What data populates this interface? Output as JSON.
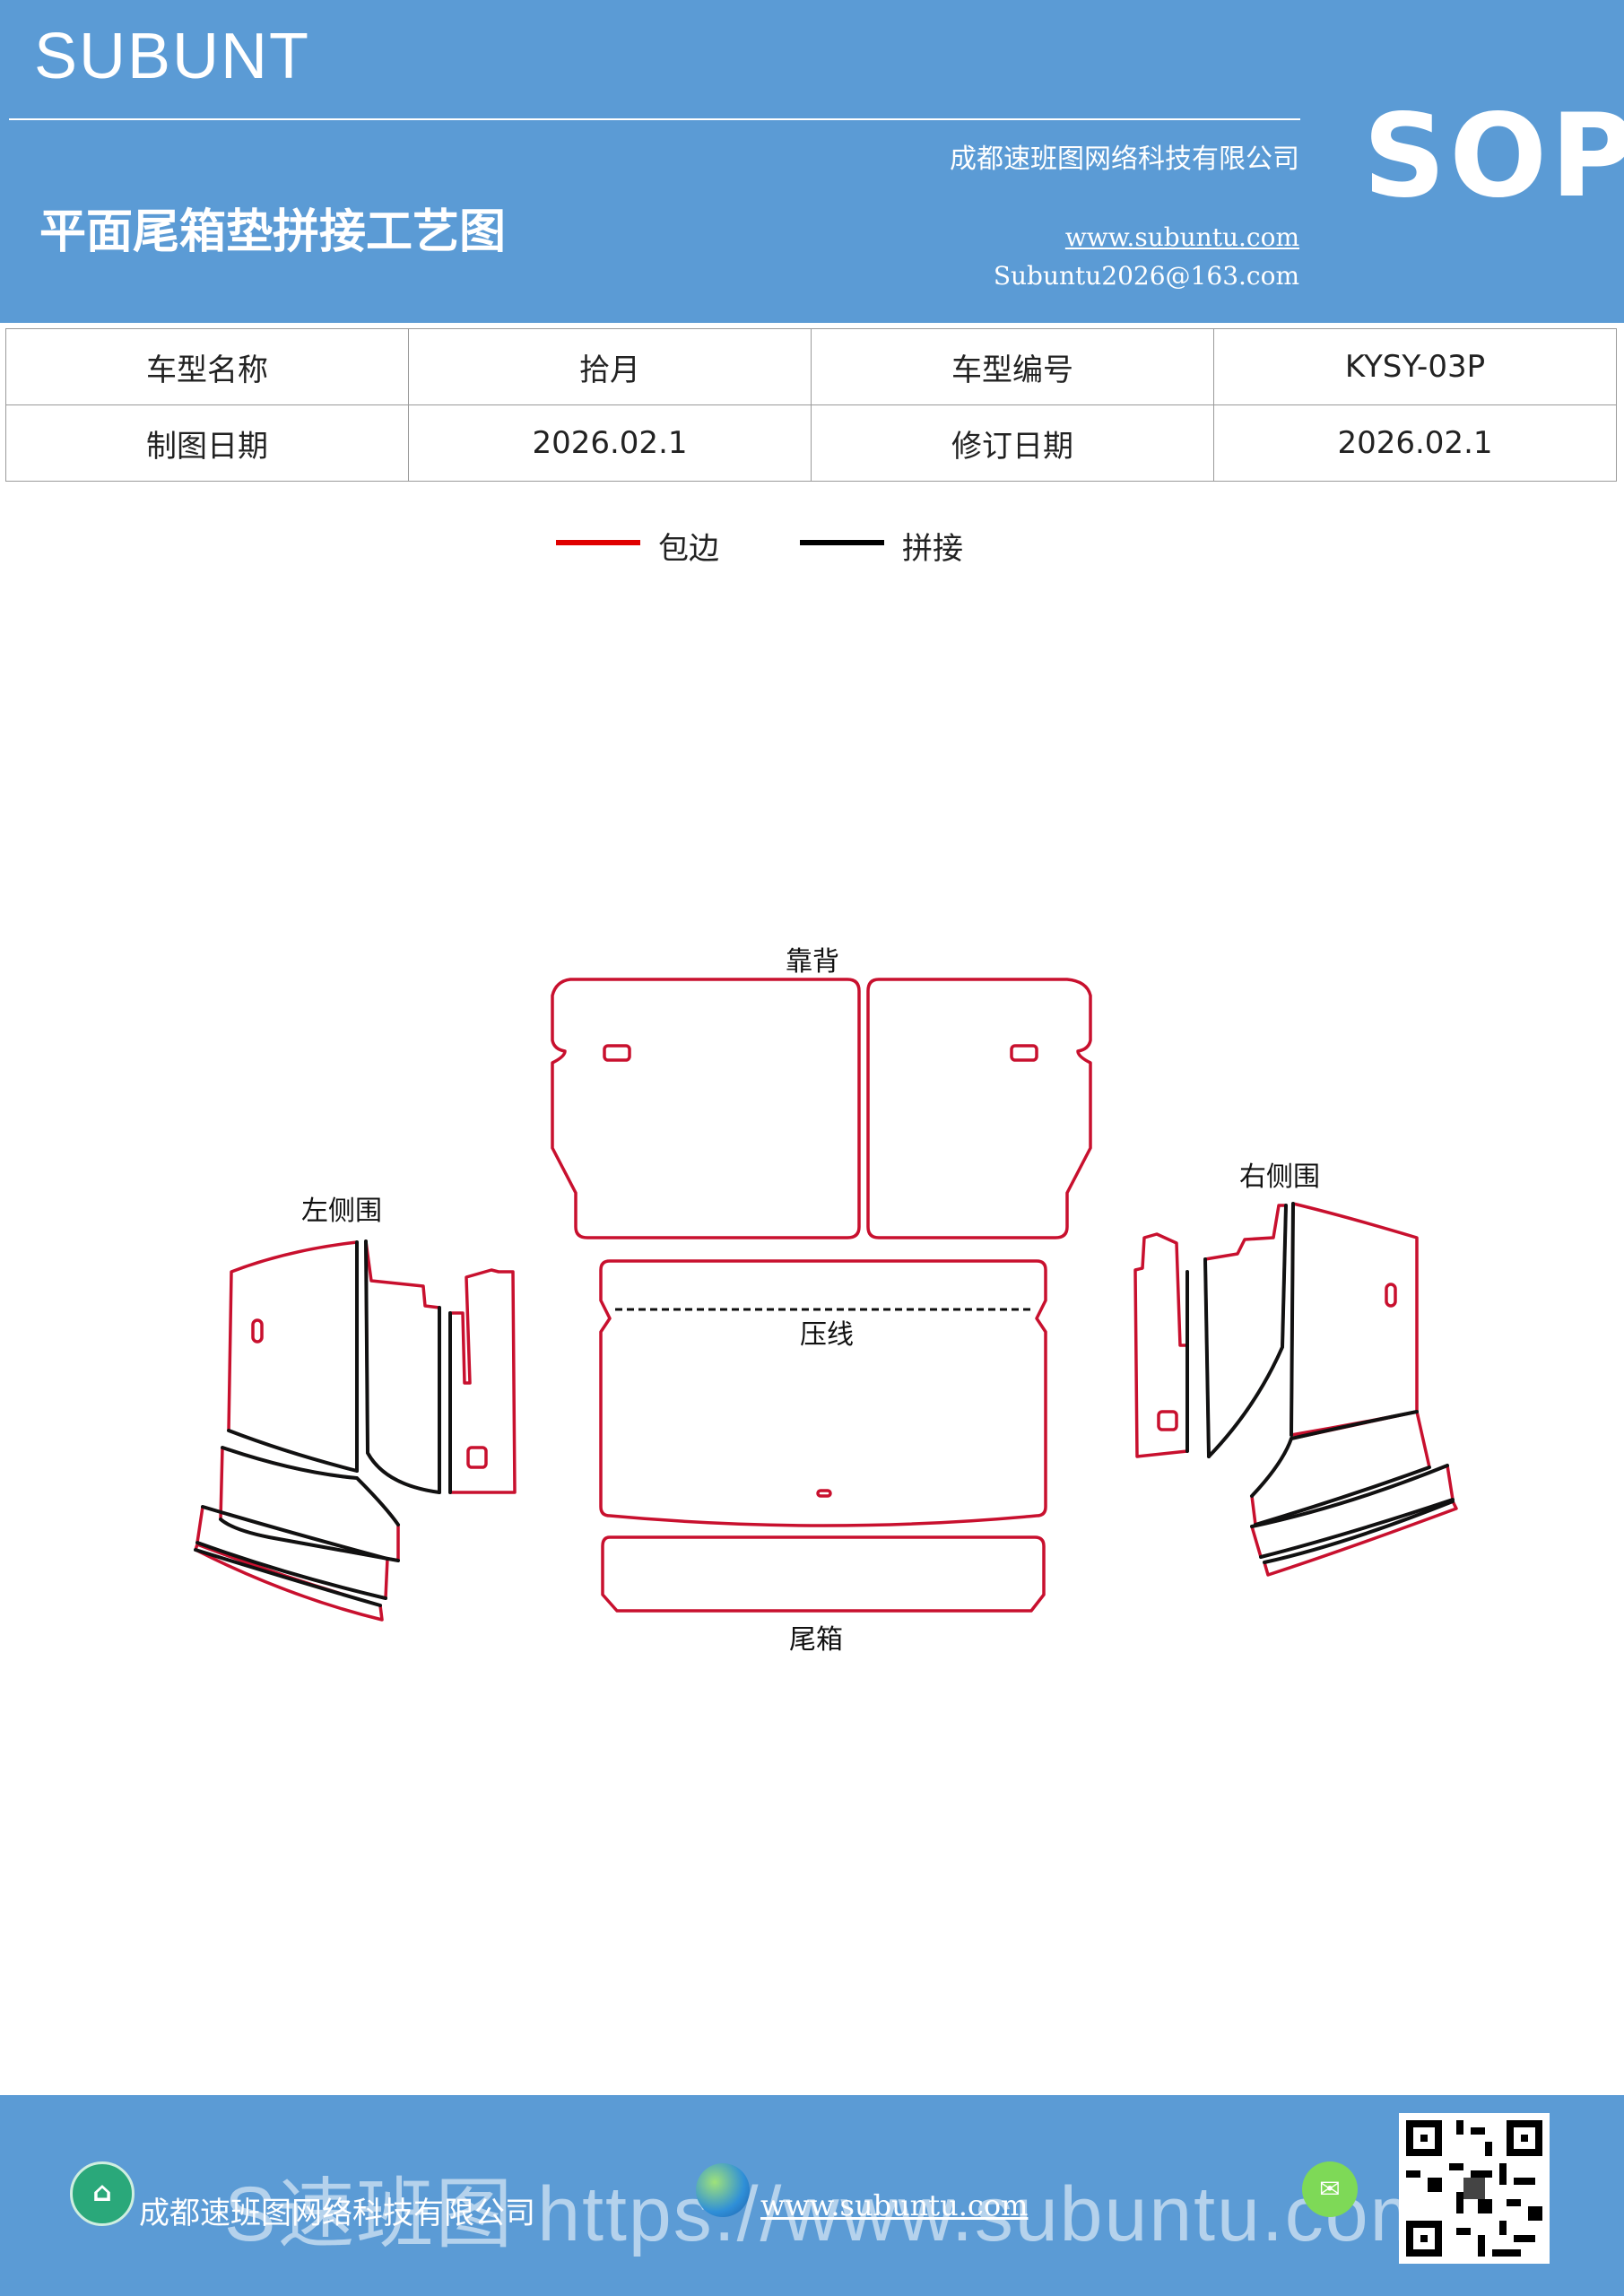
{
  "header": {
    "brand": "SUBUNT",
    "sop": "SOP",
    "company": "成都速班图网络科技有限公司",
    "title": "平面尾箱垫拼接工艺图",
    "url": "www.subuntu.com",
    "email": "Subuntu2026@163.com"
  },
  "info_table": {
    "rows": [
      [
        "车型名称",
        "拾月",
        "车型编号",
        "KYSY-03P"
      ],
      [
        "制图日期",
        "2026.02.1",
        "修订日期",
        "2026.02.1"
      ]
    ]
  },
  "legend": {
    "items": [
      {
        "label": "包边",
        "color": "#e00000"
      },
      {
        "label": "拼接",
        "color": "#000000"
      }
    ]
  },
  "diagram": {
    "labels": {
      "backrest": "靠背",
      "left_side": "左侧围",
      "right_side": "右侧围",
      "press_line": "压线",
      "trunk": "尾箱"
    },
    "colors": {
      "edge": "#c8102e",
      "seam": "#111111"
    }
  },
  "footer": {
    "company": "成都速班图网络科技有限公司",
    "url": "www.subuntu.com",
    "watermark": "S速班图 https://www.subuntu.com"
  }
}
